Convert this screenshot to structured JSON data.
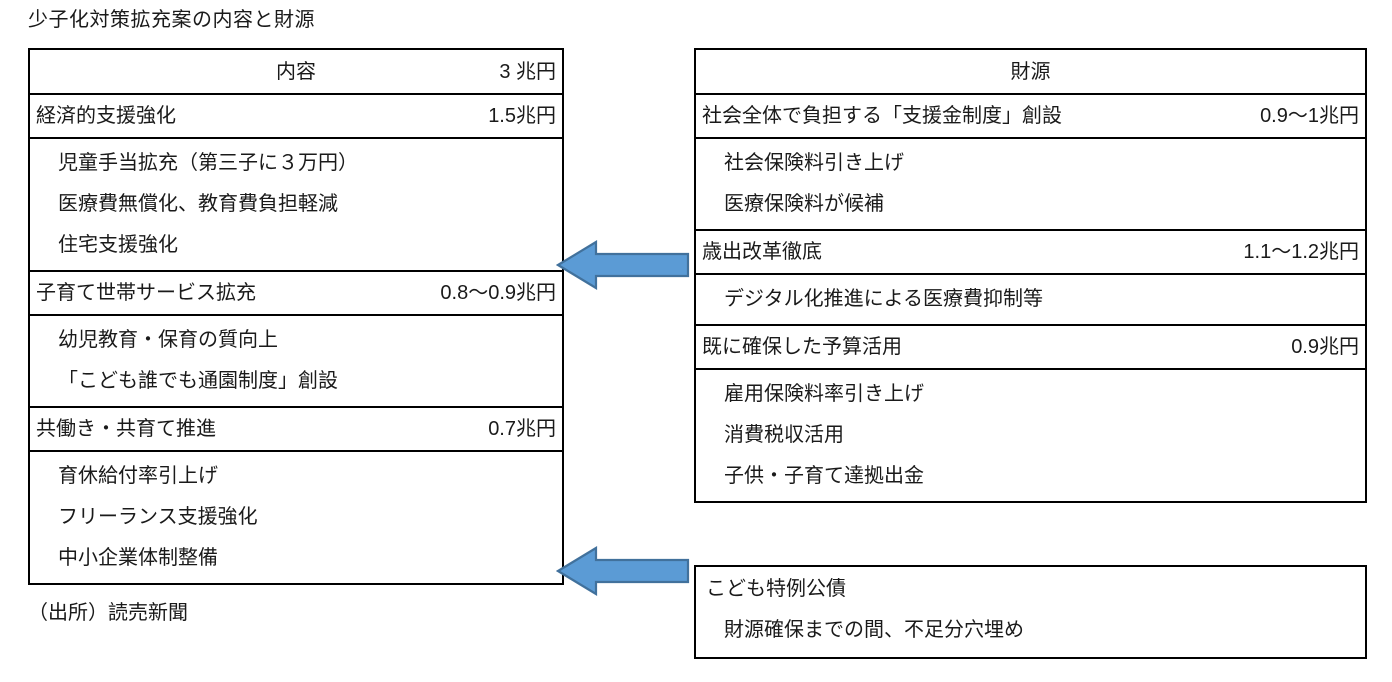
{
  "title": "少子化対策拡充案の内容と財源",
  "source_note": "（出所）読売新聞",
  "colors": {
    "arrow_fill": "#5b9bd5",
    "arrow_stroke": "#41719c",
    "border": "#000000",
    "text": "#1a1a1a"
  },
  "content_table": {
    "header": {
      "label": "内容",
      "amount": "3 兆円"
    },
    "sections": [
      {
        "label": "経済的支援強化",
        "amount": "1.5兆円",
        "items": [
          "児童手当拡充（第三子に３万円）",
          "医療費無償化、教育費負担軽減",
          "住宅支援強化"
        ]
      },
      {
        "label": "子育て世帯サービス拡充",
        "amount": "0.8〜0.9兆円",
        "items": [
          "幼児教育・保育の質向上",
          "「こども誰でも通園制度」創設"
        ]
      },
      {
        "label": "共働き・共育て推進",
        "amount": "0.7兆円",
        "items": [
          "育休給付率引上げ",
          "フリーランス支援強化",
          "中小企業体制整備"
        ]
      }
    ]
  },
  "funding_table": {
    "header": {
      "label": "財源",
      "amount": ""
    },
    "sections": [
      {
        "label": "社会全体で負担する「支援金制度」創設",
        "amount": "0.9〜1兆円",
        "items": [
          "社会保険料引き上げ",
          "医療保険料が候補"
        ]
      },
      {
        "label": "歳出改革徹底",
        "amount": "1.1〜1.2兆円",
        "items": [
          "デジタル化推進による医療費抑制等"
        ]
      },
      {
        "label": "既に確保した予算活用",
        "amount": "0.9兆円",
        "items": [
          "雇用保険料率引き上げ",
          "消費税収活用",
          "子供・子育て達拠出金"
        ]
      }
    ]
  },
  "bond_box": {
    "label": "こども特例公債",
    "items": [
      "財源確保までの間、不足分穴埋め"
    ]
  },
  "arrows": [
    {
      "name": "arrow-funding-to-content",
      "direction": "left"
    },
    {
      "name": "arrow-bond-to-content",
      "direction": "left"
    }
  ]
}
